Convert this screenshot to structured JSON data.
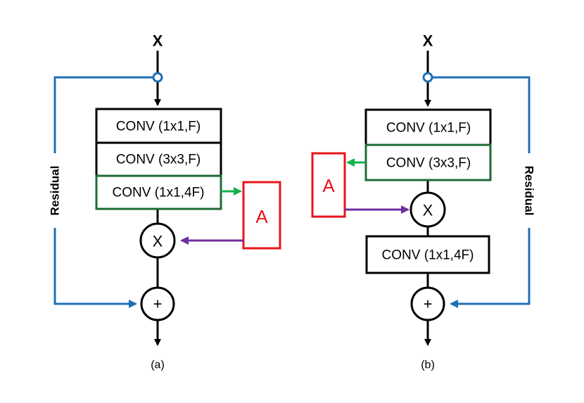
{
  "diagram_a": {
    "input_label": "X",
    "conv1": "CONV (1x1,F)",
    "conv2": "CONV (3x3,F)",
    "conv3": "CONV (1x1,4F)",
    "attention_label": "A",
    "multiply_symbol": "X",
    "add_symbol": "+",
    "residual_label": "Residual",
    "caption": "(a)"
  },
  "diagram_b": {
    "input_label": "X",
    "conv1": "CONV (1x1,F)",
    "conv2": "CONV (3x3,F)",
    "conv3": "CONV (1x1,4F)",
    "attention_label": "A",
    "multiply_symbol": "X",
    "add_symbol": "+",
    "residual_label": "Residual",
    "caption": "(b)"
  },
  "colors": {
    "residual_path": "#1f6fb5",
    "attention_box": "#e8141b",
    "conv_output_highlight": "#1e6b37",
    "to_attention_arrow": "#16b04b",
    "from_attention_arrow": "#6d2fa0",
    "main_path": "#000000"
  }
}
